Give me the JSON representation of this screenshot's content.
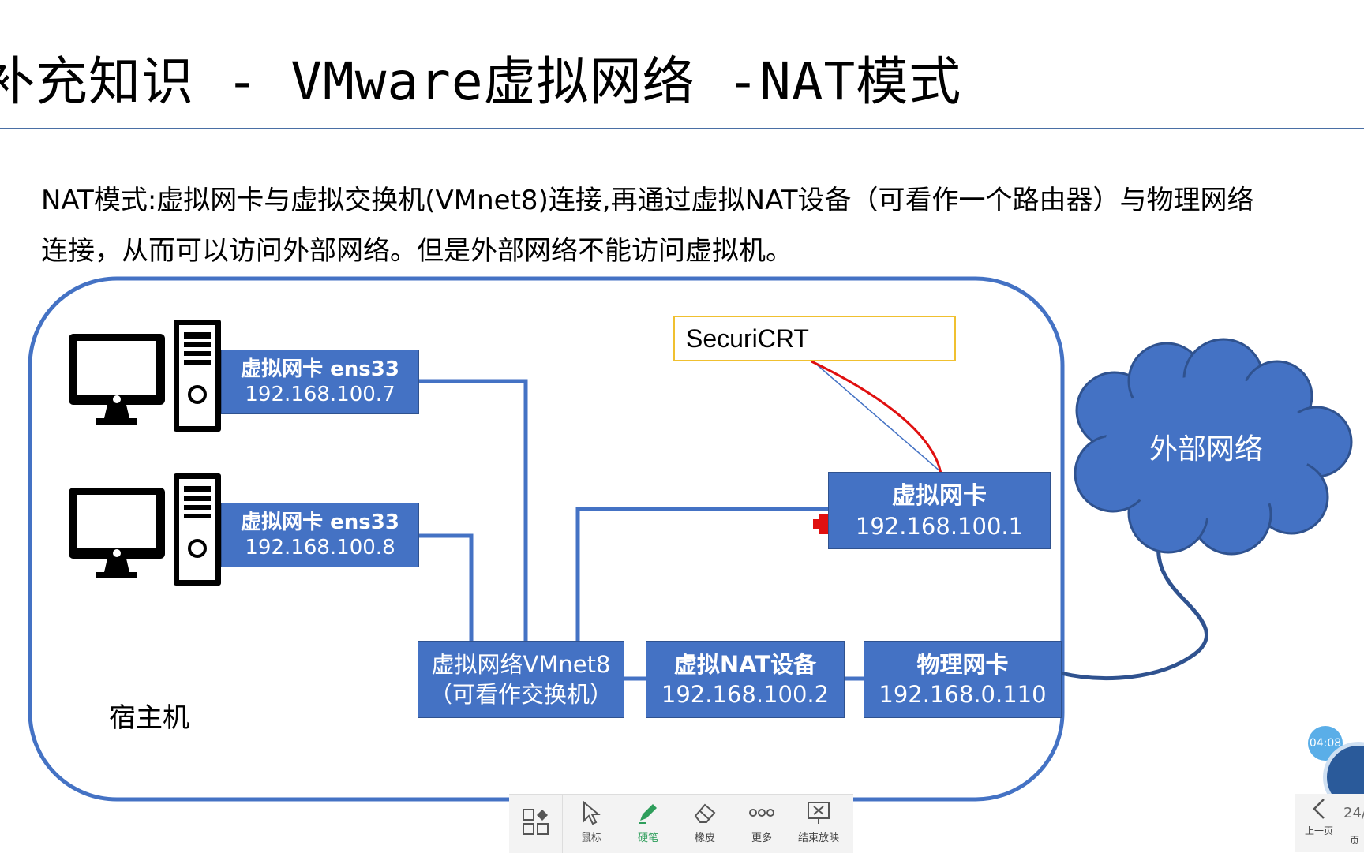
{
  "slide": {
    "title": "补充知识 - VMware虚拟网络 -NAT模式",
    "description_line1": "NAT模式:虚拟网卡与虚拟交换机(VMnet8)连接,再通过虚拟NAT设备（可看作一个路由器）与物理网络",
    "description_line2": "连接，从而可以访问外部网络。但是外部网络不能访问虚拟机。"
  },
  "diagram": {
    "host_label": "宿主机",
    "vm1_nic": {
      "name": "虚拟网卡 ens33",
      "ip": "192.168.100.7"
    },
    "vm2_nic": {
      "name": "虚拟网卡 ens33",
      "ip": "192.168.100.8"
    },
    "host_vnic": {
      "name": "虚拟网卡",
      "ip": "192.168.100.1"
    },
    "vmnet8": {
      "line1": "虚拟网络VMnet8",
      "line2": "（可看作交换机）"
    },
    "nat_device": {
      "name": "虚拟NAT设备",
      "ip": "192.168.100.2"
    },
    "physical_nic": {
      "name": "物理网卡",
      "ip": "192.168.0.110"
    },
    "external_network": "外部网络",
    "annotation": "SecuriCRT",
    "colors": {
      "box_fill": "#4472c4",
      "frame": "#4472c4",
      "annotation_border": "#f0c030",
      "pen": "#e01010"
    }
  },
  "toolbar": {
    "items": [
      {
        "label": "鼠标",
        "icon": "cursor-icon"
      },
      {
        "label": "硬笔",
        "icon": "pen-icon",
        "active": true
      },
      {
        "label": "橡皮",
        "icon": "eraser-icon"
      },
      {
        "label": "更多",
        "icon": "more-icon"
      },
      {
        "label": "结束放映",
        "icon": "end-show-icon"
      }
    ],
    "layout_icon": "layout-grid-icon"
  },
  "nav": {
    "prev_label": "上一页",
    "page": "24/",
    "next_label": "页"
  },
  "timer": "04:08"
}
